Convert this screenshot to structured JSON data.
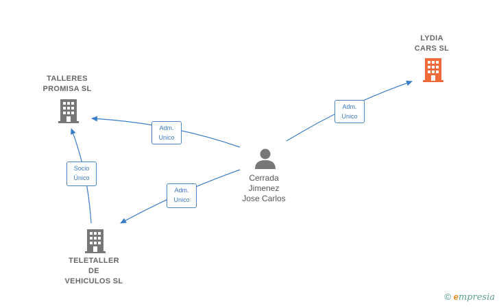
{
  "nodes": {
    "talleres": {
      "line1": "TALLERES",
      "line2": "PROMISA  SL"
    },
    "lydia": {
      "line1": "LYDIA",
      "line2": "CARS  SL"
    },
    "teletaller": {
      "line1": "TELETALLER",
      "line2": "DE",
      "line3": "VEHICULOS SL"
    },
    "person": {
      "line1": "Cerrada",
      "line2": "Jimenez",
      "line3": "Jose Carlos"
    }
  },
  "edges": {
    "to_talleres": {
      "line1": "Adm.",
      "line2": "Unico"
    },
    "to_lydia": {
      "line1": "Adm.",
      "line2": "Unico"
    },
    "to_teletaller": {
      "line1": "Adm.",
      "line2": "Unico"
    },
    "teletaller_to_talleres": {
      "line1": "Socio",
      "line2": "Único"
    }
  },
  "colors": {
    "company": "#777777",
    "highlight": "#f06a3a",
    "edge": "#3a7dc9",
    "person": "#777777"
  },
  "footer": {
    "copyright": "©",
    "brand_e": "e",
    "brand_rest": "mpresia"
  }
}
